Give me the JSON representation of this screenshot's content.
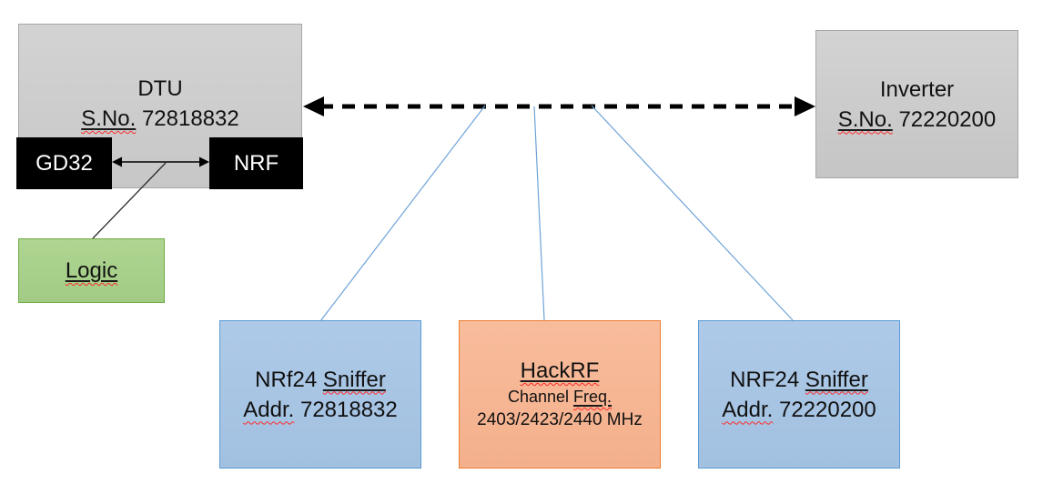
{
  "colors": {
    "gray_fill": "#cdcdcd",
    "gray_border": "#a6a6a6",
    "black_chip_fill": "#000000",
    "green_fill": "#a9d18e",
    "green_border": "#70ad47",
    "blue_fill": "#a8c6e4",
    "blue_border": "#5b9bd5",
    "orange_fill": "#f6b896",
    "orange_border": "#ed7d31",
    "connector_blue": "#6fa3d8",
    "connector_black": "#000000",
    "spellcheck_red": "#ff2a2a"
  },
  "nodes": {
    "dtu": {
      "title": "DTU",
      "serial_label": "S.No.",
      "serial_number": "72818832"
    },
    "gd32": {
      "label": "GD32"
    },
    "nrf": {
      "label": "NRF"
    },
    "logic": {
      "label": "Logic"
    },
    "inverter": {
      "title": "Inverter",
      "serial_label": "S.No.",
      "serial_number": "72220200"
    },
    "sniffer_left": {
      "name": "NRf24",
      "name2": "Sniffer",
      "addr_label": "Addr.",
      "addr_number": "72818832"
    },
    "hackrf": {
      "title": "HackRF",
      "channel_label": "Channel",
      "freq_label": "Freq.",
      "frequencies": "2403/2423/2440 MHz"
    },
    "sniffer_right": {
      "name": "NRF24",
      "name2": "Sniffer",
      "addr_label": "Addr.",
      "addr_number": "72220200"
    }
  }
}
